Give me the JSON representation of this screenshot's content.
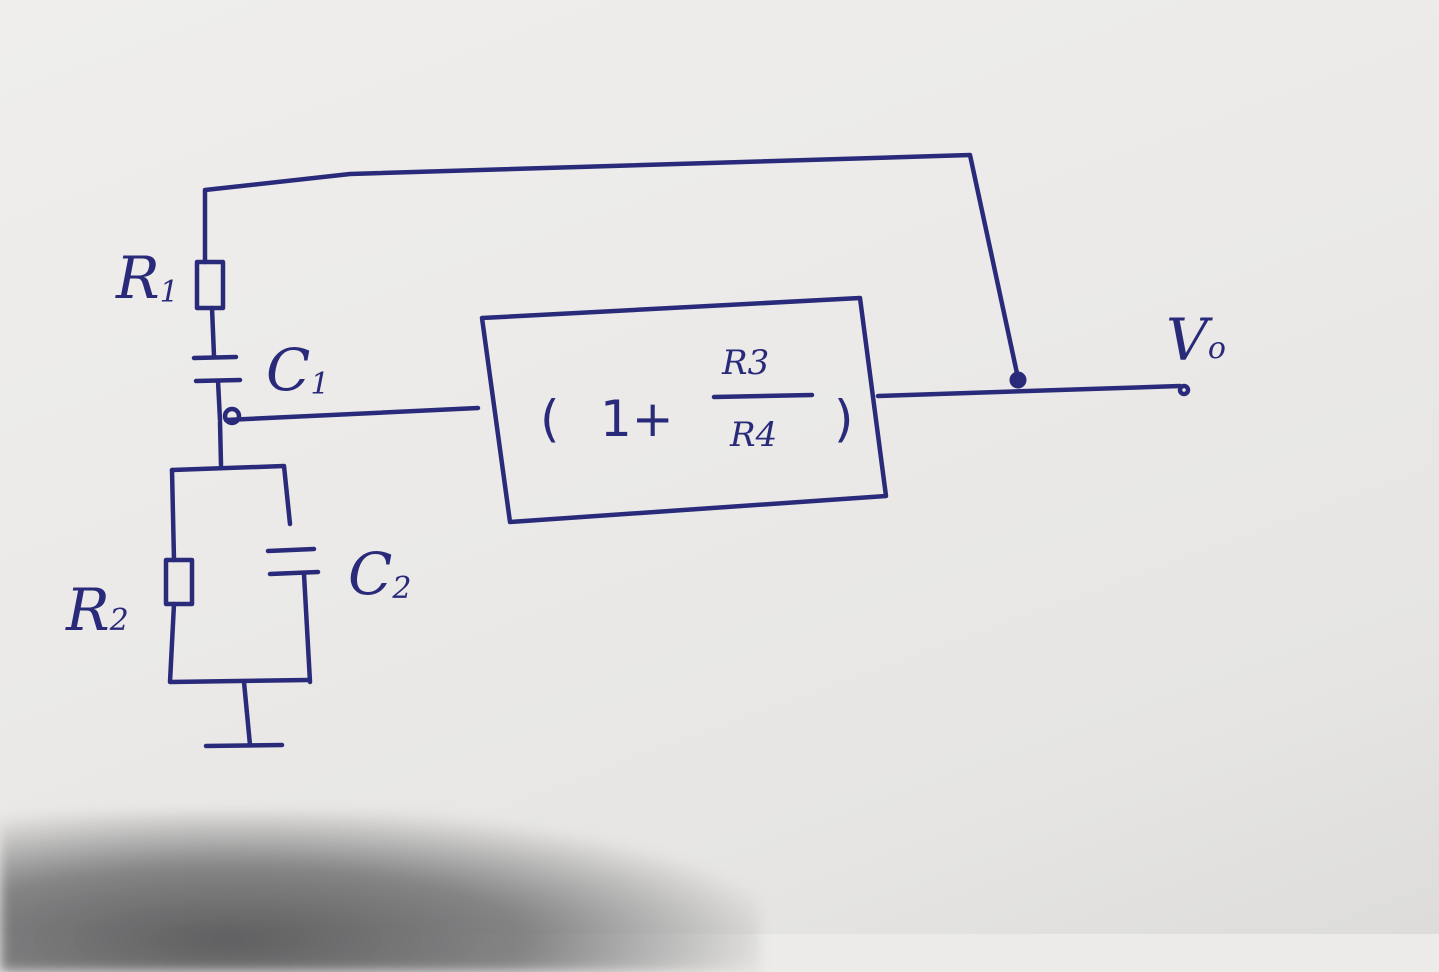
{
  "labels": {
    "r1": {
      "main": "R",
      "sub": "1"
    },
    "c1": {
      "main": "C",
      "sub": "1"
    },
    "r2": {
      "main": "R",
      "sub": "2"
    },
    "c2": {
      "main": "C",
      "sub": "2"
    },
    "vo": {
      "main": "V",
      "sub": "o"
    }
  },
  "amplifier": {
    "open_paren": "(",
    "one_plus": "1+",
    "numerator": "R3",
    "denominator": "R4",
    "close_paren": ")"
  },
  "colors": {
    "ink": "#2a2a7a",
    "paper": "#ecebe9"
  }
}
